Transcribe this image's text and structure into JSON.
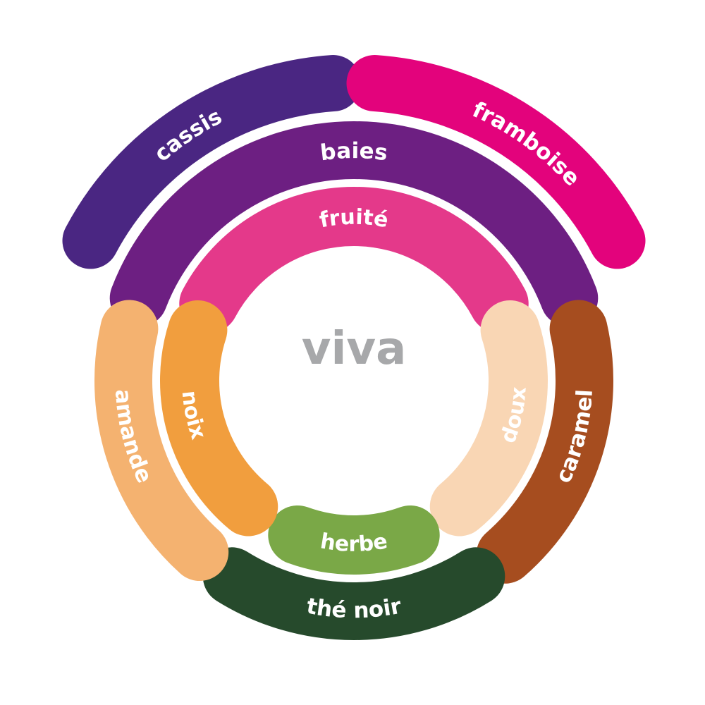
{
  "center": {
    "label": "viva",
    "color": "#a7a8aa"
  },
  "rings": [
    {
      "ring": "inner",
      "segments": [
        {
          "label": "fruité",
          "color": "#e4398a",
          "text_color": "#ffffff"
        },
        {
          "label": "doux",
          "color": "#f9d6b4",
          "text_color": "#ffffff"
        },
        {
          "label": "herbe",
          "color": "#7aa847",
          "text_color": "#ffffff"
        },
        {
          "label": "noix",
          "color": "#f19e3e",
          "text_color": "#ffffff"
        }
      ]
    },
    {
      "ring": "middle",
      "segments": [
        {
          "label": "baies",
          "color": "#6d1f82",
          "text_color": "#ffffff"
        },
        {
          "label": "caramel",
          "color": "#a64d1f",
          "text_color": "#ffffff"
        },
        {
          "label": "thé noir",
          "color": "#264a2c",
          "text_color": "#ffffff"
        },
        {
          "label": "amande",
          "color": "#f4b270",
          "text_color": "#ffffff"
        }
      ]
    },
    {
      "ring": "outer",
      "segments": [
        {
          "label": "cassis",
          "color": "#4a2682",
          "text_color": "#ffffff"
        },
        {
          "label": "framboise",
          "color": "#e3037c",
          "text_color": "#ffffff"
        }
      ]
    }
  ]
}
